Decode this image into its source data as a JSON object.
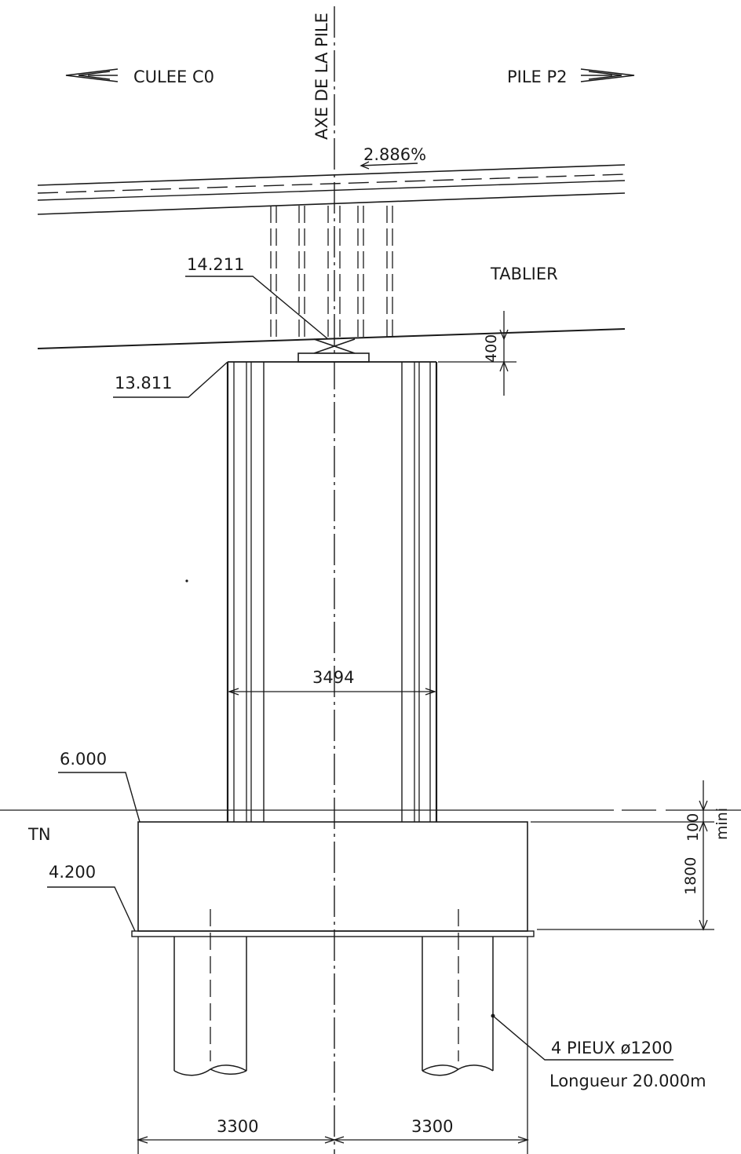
{
  "labels": {
    "culee": "CULEE C0",
    "pile_p2": "PILE P2",
    "axe": "AXE DE LA PILE",
    "slope": "2.886%",
    "tablier": "TABLIER",
    "level_14211": "14.211",
    "level_13811": "13.811",
    "level_6000": "6.000",
    "tn": "TN",
    "level_4200": "4.200",
    "dim_400": "400",
    "dim_3494": "3494",
    "dim_100": "100",
    "mini": "mini",
    "dim_1800": "1800",
    "pieux": "4 PIEUX ø1200",
    "longueur": "Longueur 20.000m",
    "dim_3300_left": "3300",
    "dim_3300_right": "3300"
  }
}
